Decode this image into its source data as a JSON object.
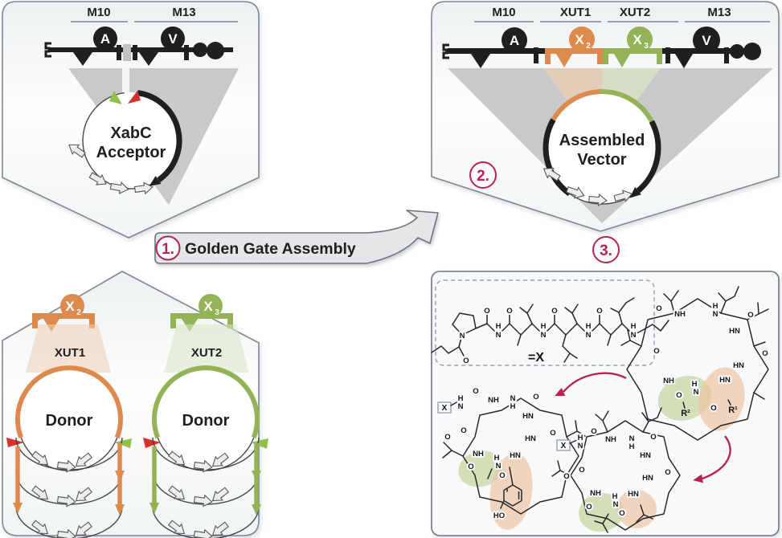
{
  "colors": {
    "orange": "#dd8a4f",
    "green": "#94b356",
    "crimson": "#b92056",
    "dark": "#1d1f20",
    "funnel_gray": "#c7c9cb",
    "tint_orange": "#eecdb2",
    "tint_green": "#dbe5c4",
    "blob_orange": "#eec4a4",
    "blob_green": "#c3d49a",
    "red_site": "#d8302a",
    "green_site": "#90c045"
  },
  "step1": {
    "num": "1.",
    "label": "Golden Gate Assembly"
  },
  "step2": {
    "num": "2."
  },
  "step3": {
    "num": "3."
  },
  "acceptor": {
    "m10": "M10",
    "m13": "M13",
    "dom_a": "A",
    "dom_v": "V",
    "name1": "XabC",
    "name2": "Acceptor"
  },
  "assembled": {
    "m10": "M10",
    "xut1": "XUT1",
    "xut2": "XUT2",
    "m13": "M13",
    "dom_a": "A",
    "dom_v": "V",
    "x": "X",
    "sub2": "2",
    "sub3": "3",
    "name1": "Assembled",
    "name2": "Vector"
  },
  "donor1": {
    "x": "X",
    "sub": "2",
    "unit": "XUT1",
    "name": "Donor"
  },
  "donor2": {
    "x": "X",
    "sub": "3",
    "unit": "XUT2",
    "name": "Donor"
  },
  "chem": {
    "eqx": "=X",
    "xbox": "X",
    "r1": "R¹",
    "r2": "R²",
    "ho": "HO",
    "nh": "NH",
    "hn": "HN",
    "n": "N",
    "h": "H",
    "o": "O"
  }
}
